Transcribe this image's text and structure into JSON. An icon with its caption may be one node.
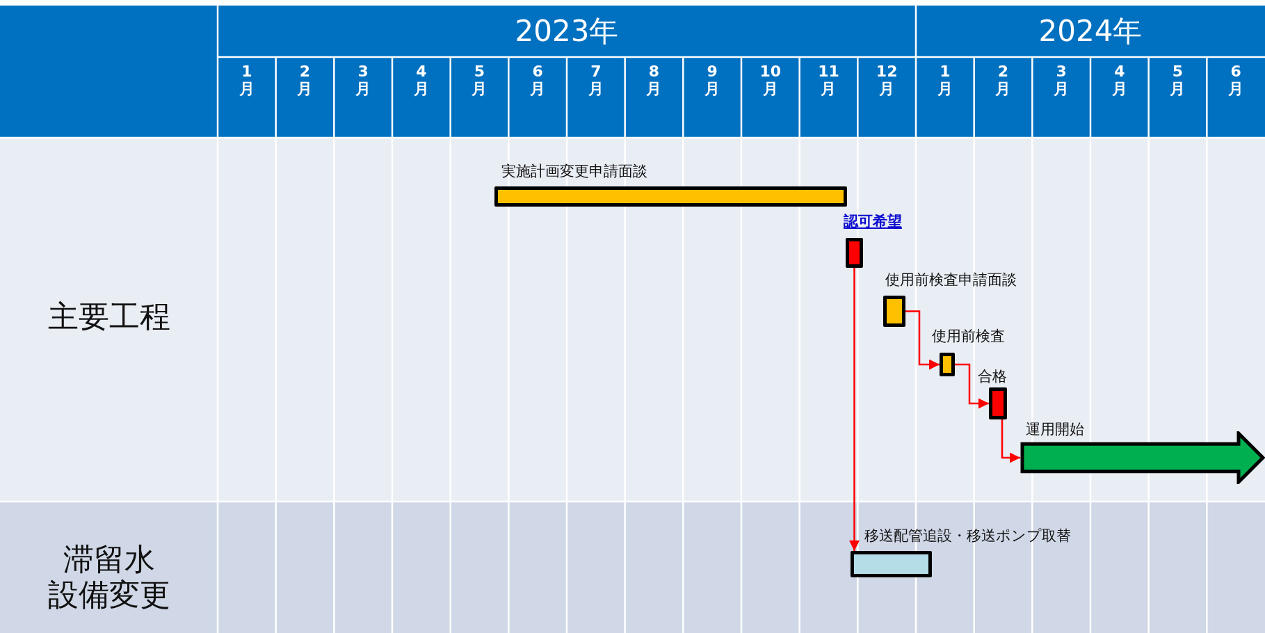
{
  "diagram": {
    "nodes": [
      {
        "text": [
          "実施計画変更申請面談"
        ]
      },
      {
        "text": [
          "認可希望"
        ]
      },
      {
        "text": [
          "使用前検査申請面談"
        ]
      },
      {
        "text": [
          "使用前検査"
        ]
      },
      {
        "text": [
          "合格"
        ]
      },
      {
        "text": [
          "運用開始"
        ]
      },
      {
        "text": [
          "移送配管追設・移送ポンプ取替"
        ]
      }
    ],
    "edges": [
      {
        "from": 1,
        "to": 6,
        "arrow": "to"
      },
      {
        "from": 2,
        "to": 3,
        "arrow": "to"
      },
      {
        "from": 3,
        "to": 4,
        "arrow": "to"
      },
      {
        "from": 4,
        "to": 5,
        "arrow": "to"
      }
    ],
    "labels": [
      "2023年",
      "2024年",
      "1月",
      "2月",
      "3月",
      "4月",
      "5月",
      "6月",
      "7月",
      "8月",
      "9月",
      "10月",
      "11月",
      "12月",
      "1月",
      "2月",
      "3月",
      "4月",
      "5月",
      "6月",
      "主要工程",
      "滞留水設備変更"
    ]
  }
}
